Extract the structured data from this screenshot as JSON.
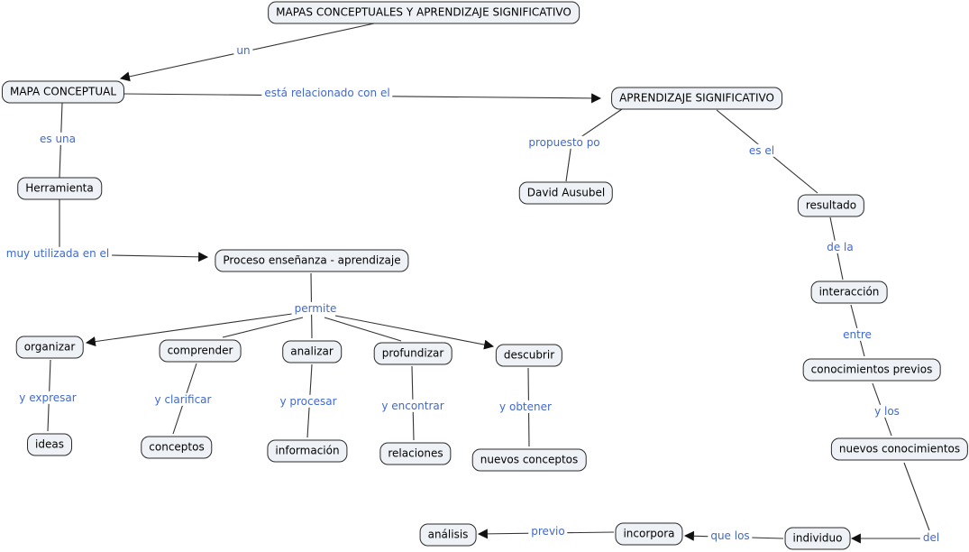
{
  "diagram": {
    "type": "concept-map",
    "colors": {
      "background": "#ffffff",
      "node_fill": "#eef2f6",
      "node_border": "#2a2a2a",
      "link_label_text": "#4169cd",
      "line": "#333333"
    },
    "nodes": {
      "title": "MAPAS CONCEPTUALES Y APRENDIZAJE SIGNIFICATIVO",
      "mapa_conceptual": "MAPA CONCEPTUAL",
      "aprendizaje_significativo": "APRENDIZAJE SIGNIFICATIVO",
      "herramienta": "Herramienta",
      "david_ausubel": "David Ausubel",
      "proceso": "Proceso enseñanza - aprendizaje",
      "resultado": "resultado",
      "interaccion": "interacción",
      "conocimientos_previos": "conocimientos previos",
      "nuevos_conocimientos": "nuevos conocimientos",
      "organizar": "organizar",
      "comprender": "comprender",
      "analizar": "analizar",
      "profundizar": "profundizar",
      "descubrir": "descubrir",
      "ideas": "ideas",
      "conceptos": "conceptos",
      "informacion": "información",
      "relaciones": "relaciones",
      "nuevos_conceptos": "nuevos conceptos",
      "analisis": "análisis",
      "incorpora": "incorpora",
      "individuo": "individuo"
    },
    "link_labels": {
      "un": "un",
      "esta_relacionado_con_el": "está relacionado con el",
      "es_una": "es una",
      "muy_utilizada_en_el": "muy utilizada en el",
      "propuesto_po": "propuesto po",
      "es_el": "es el",
      "de_la": "de la",
      "entre": "entre",
      "y_los": "y los",
      "del": "del",
      "que_los": "que los",
      "previo": "previo",
      "permite": "permite",
      "y_expresar": "y expresar",
      "y_clarificar": "y clarificar",
      "y_procesar": "y procesar",
      "y_encontrar": "y encontrar",
      "y_obtener": "y obtener"
    },
    "links": [
      {
        "from": "title",
        "label": "un",
        "to": "mapa_conceptual"
      },
      {
        "from": "mapa_conceptual",
        "label": "está relacionado con el",
        "to": "aprendizaje_significativo"
      },
      {
        "from": "mapa_conceptual",
        "label": "es una",
        "to": "herramienta"
      },
      {
        "from": "herramienta",
        "label": "muy utilizada en el",
        "to": "proceso"
      },
      {
        "from": "aprendizaje_significativo",
        "label": "propuesto po",
        "to": "david_ausubel"
      },
      {
        "from": "aprendizaje_significativo",
        "label": "es el",
        "to": "resultado"
      },
      {
        "from": "resultado",
        "label": "de la",
        "to": "interaccion"
      },
      {
        "from": "interaccion",
        "label": "entre",
        "to": "conocimientos_previos"
      },
      {
        "from": "conocimientos_previos",
        "label": "y los",
        "to": "nuevos_conocimientos"
      },
      {
        "from": "nuevos_conocimientos",
        "label": "del",
        "to": "individuo"
      },
      {
        "from": "individuo",
        "label": "que los",
        "to": "incorpora"
      },
      {
        "from": "incorpora",
        "label": "previo",
        "to": "analisis"
      },
      {
        "from": "proceso",
        "label": "permite",
        "to": "organizar"
      },
      {
        "from": "proceso",
        "label": "permite",
        "to": "comprender"
      },
      {
        "from": "proceso",
        "label": "permite",
        "to": "analizar"
      },
      {
        "from": "proceso",
        "label": "permite",
        "to": "profundizar"
      },
      {
        "from": "proceso",
        "label": "permite",
        "to": "descubrir"
      },
      {
        "from": "organizar",
        "label": "y expresar",
        "to": "ideas"
      },
      {
        "from": "comprender",
        "label": "y clarificar",
        "to": "conceptos"
      },
      {
        "from": "analizar",
        "label": "y procesar",
        "to": "informacion"
      },
      {
        "from": "profundizar",
        "label": "y encontrar",
        "to": "relaciones"
      },
      {
        "from": "descubrir",
        "label": "y obtener",
        "to": "nuevos_conceptos"
      }
    ]
  }
}
